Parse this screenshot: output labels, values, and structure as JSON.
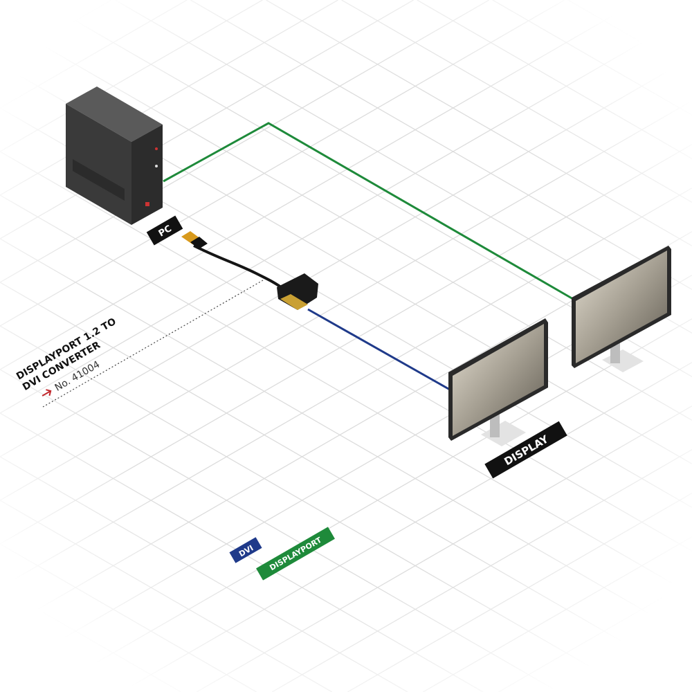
{
  "labels": {
    "pc": "PC",
    "display": "DISPLAY",
    "product_line1": "DISPLAYPORT 1.2 TO",
    "product_line2": "DVI CONVERTER",
    "product_number": "No. 41004"
  },
  "legend": {
    "dvi": "DVI",
    "displayport": "DISPLAYPORT"
  },
  "colors": {
    "displayport": "#1e8a3a",
    "dvi": "#1f3a8a",
    "label_bg": "#111111",
    "arrow": "#c0282d",
    "grid": "#dcdcdc"
  }
}
